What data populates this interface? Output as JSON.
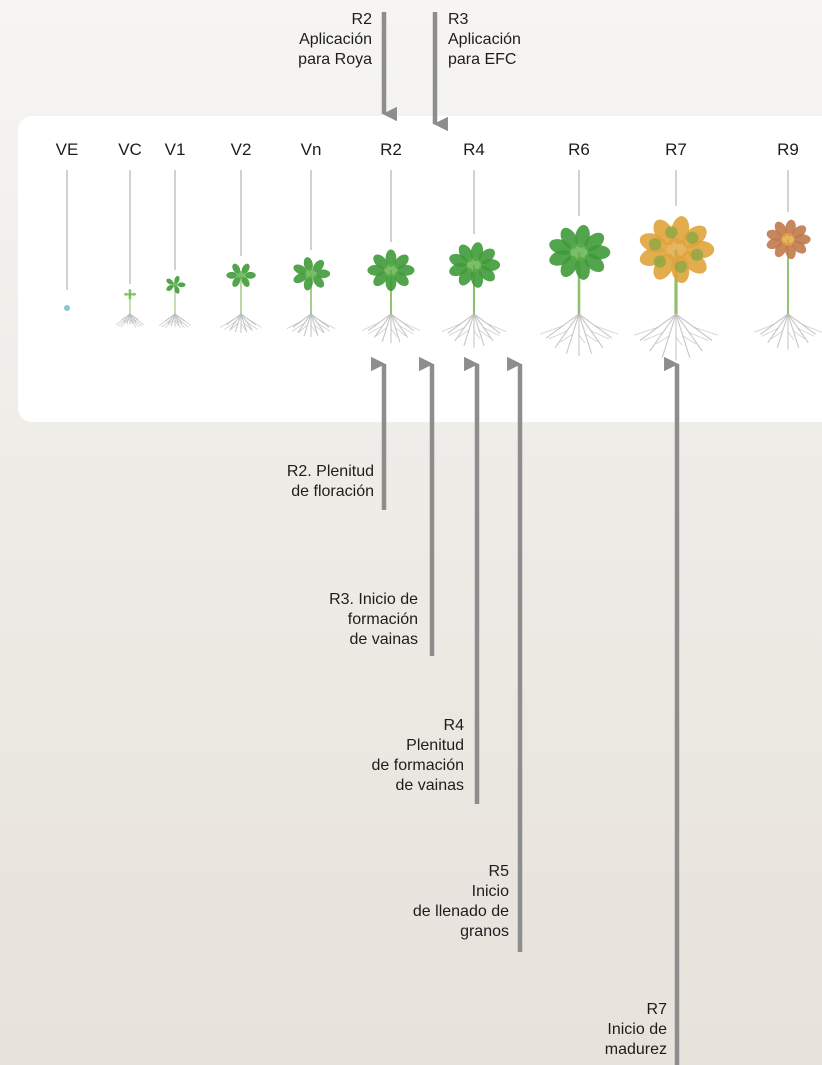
{
  "top_labels": [
    {
      "lines": [
        "R2",
        "Aplicación",
        "para Roya"
      ]
    },
    {
      "lines": [
        "R3",
        "Aplicación",
        "para EFC"
      ]
    }
  ],
  "stages": [
    "VE",
    "VC",
    "V1",
    "V2",
    "Vn",
    "R2",
    "R4",
    "R6",
    "R7",
    "R9"
  ],
  "bottom_labels": [
    {
      "lines": [
        "R2. Plenitud",
        "de floración"
      ]
    },
    {
      "lines": [
        "R3. Inicio de",
        "formación",
        "de vainas"
      ]
    },
    {
      "lines": [
        "R4",
        "Plenitud",
        "de formación",
        "de vainas"
      ]
    },
    {
      "lines": [
        "R5",
        "Inicio",
        "de llenado de",
        "granos"
      ]
    },
    {
      "lines": [
        "R7",
        "Inicio de",
        "madurez"
      ]
    }
  ],
  "colors": {
    "arrow": "#8d8d8d",
    "leaf_green": "#3f9a3a",
    "leaf_light": "#7cc15a",
    "senescent": "#e0a33a",
    "mature": "#c07a4d",
    "root": "#b9b9b9"
  }
}
